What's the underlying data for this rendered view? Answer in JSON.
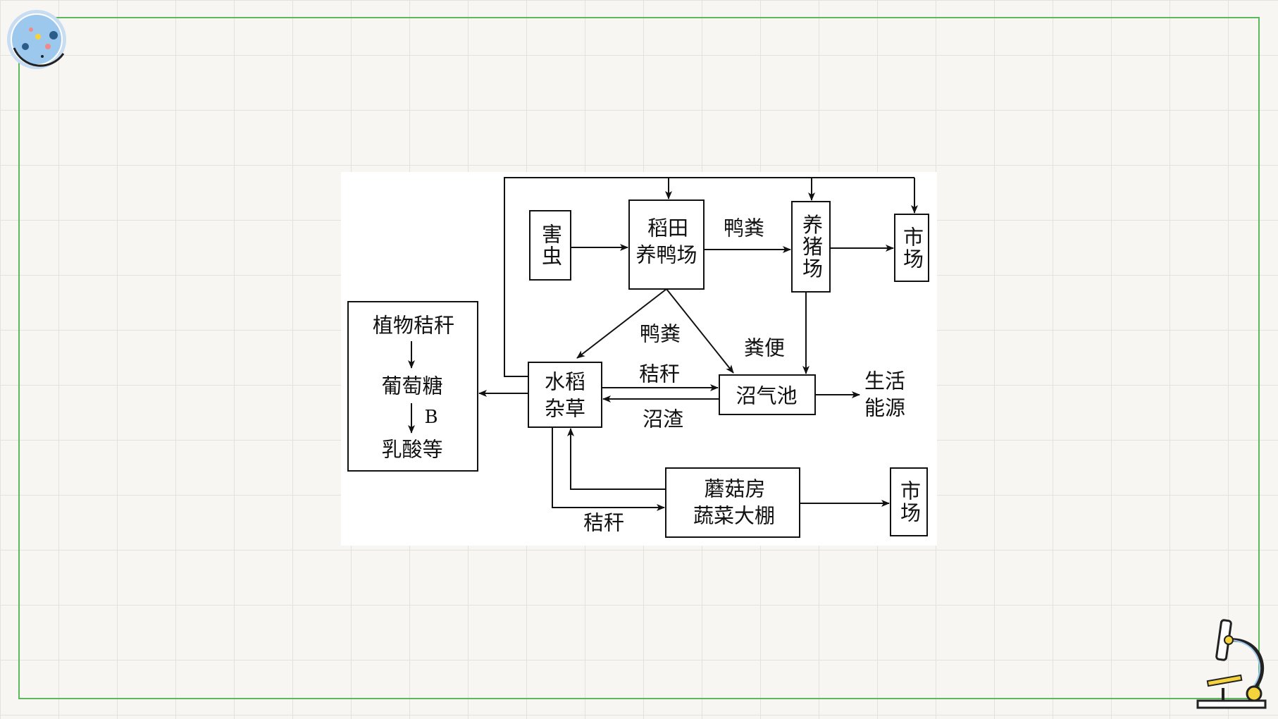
{
  "diagram": {
    "nodes": {
      "pests": "害虫",
      "paddy_duck_l1": "稻田",
      "paddy_duck_l2": "养鸭场",
      "pig_farm": "养猪场",
      "market_top": "市场",
      "straw_box_l1": "植物秸秆",
      "straw_box_l2": "葡萄糖",
      "straw_box_l3": "乳酸等",
      "straw_box_b": "B",
      "rice_weeds_l1": "水稻",
      "rice_weeds_l2": "杂草",
      "biogas_pool": "沼气池",
      "life_energy_l1": "生活",
      "life_energy_l2": "能源",
      "mushroom_l1": "蘑菇房",
      "mushroom_l2": "蔬菜大棚",
      "market_bottom": "市场"
    },
    "edges": {
      "duck_manure_right": "鸭粪",
      "duck_manure_down": "鸭粪",
      "feces": "粪便",
      "straw_to_biogas": "秸秆",
      "biogas_residue": "沼渣",
      "straw_to_mushroom": "秸秆"
    }
  }
}
